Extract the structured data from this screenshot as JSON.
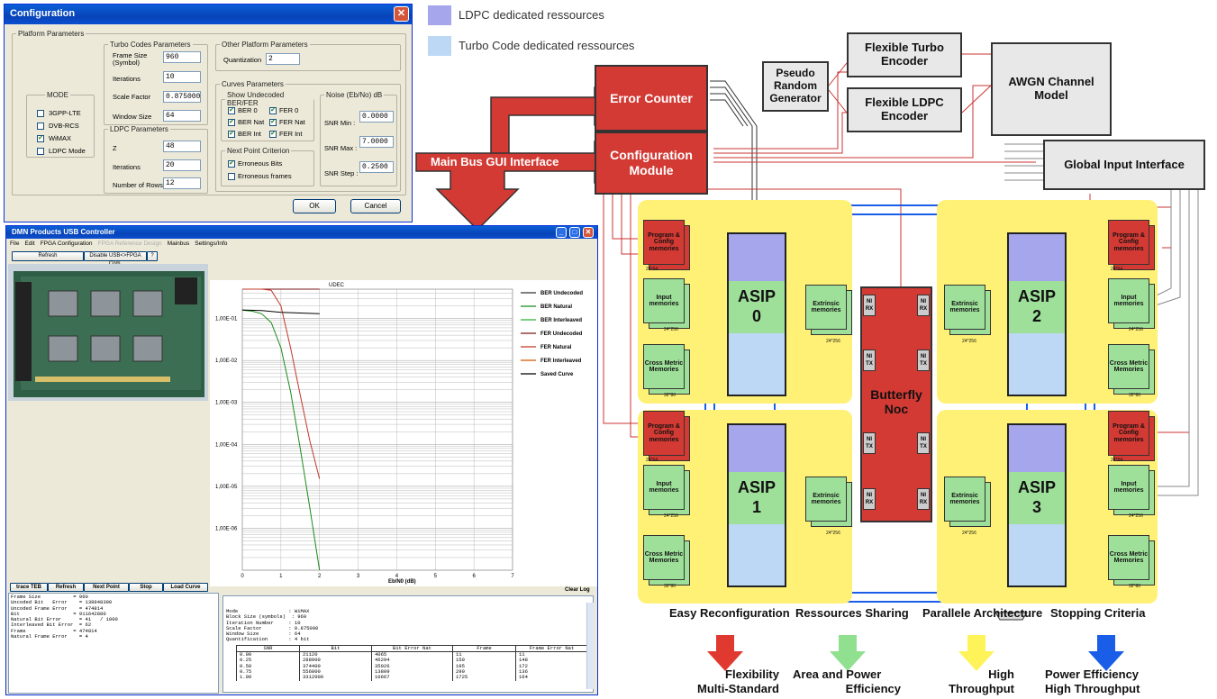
{
  "config_window": {
    "title": "Configuration",
    "platform_group": "Platform Parameters",
    "mode_group": "MODE",
    "modes": [
      {
        "label": "3GPP-LTE",
        "checked": false
      },
      {
        "label": "DVB-RCS",
        "checked": false
      },
      {
        "label": "WiMAX",
        "checked": true
      },
      {
        "label": "LDPC Mode",
        "checked": false
      }
    ],
    "turbo_group": "Turbo Codes Parameters",
    "frame_size_label": "Frame Size",
    "frame_size_sub": "(Symbol)",
    "frame_size_value": "960",
    "iterations_label": "Iterations",
    "iterations_value": "10",
    "scale_factor_label": "Scale Factor",
    "scale_factor_value": "0.875000",
    "window_size_label": "Window Size",
    "window_size_value": "64",
    "ldpc_group": "LDPC Parameters",
    "z_label": "Z",
    "z_value": "48",
    "ldpc_iterations_label": "Iterations",
    "ldpc_iterations_value": "20",
    "rows_label": "Number of Rows",
    "rows_value": "12",
    "other_group": "Other Platform Parameters",
    "quant_label": "Quantization",
    "quant_value": "2",
    "curves_group": "Curves Parameters",
    "undecoded_group": "Show Undecoded BER/FER",
    "curve_checks": [
      {
        "label": "BER 0",
        "checked": true
      },
      {
        "label": "FER 0",
        "checked": true
      },
      {
        "label": "BER Nat",
        "checked": true
      },
      {
        "label": "FER Nat",
        "checked": true
      },
      {
        "label": "BER Int",
        "checked": true
      },
      {
        "label": "FER Int",
        "checked": true
      }
    ],
    "next_point_group": "Next Point Criterion",
    "erroneous_bits": "Erroneous Bits",
    "erroneous_bits_checked": true,
    "erroneous_frames": "Erroneous frames",
    "erroneous_frames_checked": false,
    "noise_group": "Noise (Eb/No) dB",
    "snr_min_label": "SNR Min :",
    "snr_min_value": "0.0000",
    "snr_max_label": "SNR Max :",
    "snr_max_value": "7.0000",
    "snr_step_label": "SNR Step :",
    "snr_step_value": "0.2500",
    "ok_label": "OK",
    "cancel_label": "Cancel"
  },
  "usb_window": {
    "title": "DMN Products USB Controller",
    "menu": [
      "File",
      "Edit",
      "FPGA Configuration",
      "FPGA Reference Design",
      "Mainbus",
      "Settings/Info"
    ],
    "refresh_label": "Refresh",
    "disable_label": "Disable USB<>FPGA Com.",
    "help_label": "?",
    "buttons": [
      "trace TEB",
      "Refresh",
      "Next Point",
      "Stop",
      "Load Curve"
    ],
    "clear_log": "Clear Log",
    "stats": [
      "Frame Size           = 960",
      "Uncoded Bit   Error    = 138948390",
      "Uncoded Frame Error    = 474814",
      "Bit                  = 911642880",
      "Natural Bit Error      = 41   / 1000",
      "Interleaved Bit Error  = 62",
      "Frame                = 474814",
      "Natural Frame Error    = 4"
    ],
    "log_header": [
      "Mode                 : WiMAX",
      "Block Size (symbols)  : 960",
      "Iteration Number     : 10",
      "Scale Factor         : 0.875000",
      "Window Size          : 64",
      "Quantification       : 4 bit"
    ],
    "log_columns": [
      "SNR",
      "Bit",
      "Bit Error Nat",
      "Frame",
      "Frame Error Nat"
    ],
    "log_rows": [
      [
        "0.00",
        "21120",
        "4065",
        "11",
        "11"
      ],
      [
        "0.25",
        "288000",
        "46294",
        "150",
        "148"
      ],
      [
        "0.50",
        "374400",
        "35026",
        "195",
        "172"
      ],
      [
        "0.75",
        "556800",
        "13809",
        "290",
        "136"
      ],
      [
        "1.00",
        "3312000",
        "10667",
        "1725",
        "164"
      ]
    ]
  },
  "chart_data": {
    "type": "line",
    "title": "UDEC",
    "xlabel": "Eb/N0 (dB)",
    "ylabel": "",
    "x_ticks": [
      "0",
      "1",
      "2",
      "3",
      "4",
      "5",
      "6",
      "7"
    ],
    "y_ticks": [
      "1,00E-01",
      "1,00E-02",
      "1,00E-03",
      "1,00E-04",
      "1,00E-05",
      "1,00E-06"
    ],
    "xlim": [
      0,
      7
    ],
    "ylim_log10": [
      -7,
      -0.3
    ],
    "y_scale": "log",
    "legend_position": "right",
    "series": [
      {
        "name": "BER Undecoded",
        "color": "#ffffff",
        "x": [],
        "y": []
      },
      {
        "name": "BER Natural",
        "color": "#1a8a1a",
        "x": [
          0,
          0.25,
          0.5,
          0.75,
          1.0,
          1.25,
          1.5,
          1.75,
          2.0
        ],
        "y": [
          0.158,
          0.15,
          0.13,
          0.08,
          0.02,
          0.0018,
          8e-05,
          3e-06,
          1e-07
        ]
      },
      {
        "name": "BER Interleaved",
        "color": "#2fb52f",
        "x": [],
        "y": []
      },
      {
        "name": "FER Undecoded",
        "color": "#7a1a1a",
        "x": [
          0,
          0.25,
          0.5,
          0.75,
          1.0,
          2.0
        ],
        "y": [
          0.5,
          0.5,
          0.5,
          0.5,
          0.5,
          0.5
        ]
      },
      {
        "name": "FER Natural",
        "color": "#c0392b",
        "x": [
          0,
          0.25,
          0.5,
          0.75,
          1.0,
          1.25,
          1.5,
          1.75,
          2.0
        ],
        "y": [
          0.5,
          0.5,
          0.5,
          0.47,
          0.2,
          0.02,
          0.0015,
          0.00012,
          1.5e-05
        ]
      },
      {
        "name": "FER Interleaved",
        "color": "#d35400",
        "x": [],
        "y": []
      },
      {
        "name": "Saved Curve",
        "color": "#000000",
        "x": [
          0,
          0.5,
          1.0,
          1.5,
          2.0
        ],
        "y": [
          0.16,
          0.155,
          0.14,
          0.135,
          0.13
        ]
      }
    ]
  },
  "diagram": {
    "legend": [
      {
        "label": "LDPC dedicated ressources",
        "color": "#a6a6ec"
      },
      {
        "label": "Turbo Code dedicated ressources",
        "color": "#bcd8f5"
      }
    ],
    "error_counter": "Error Counter",
    "config_module": "Configuration Module",
    "main_bus": "Main Bus GUI Interface",
    "pseudo_random": "Pseudo Random Generator",
    "turbo_encoder": "Flexible Turbo Encoder",
    "ldpc_encoder": "Flexible LDPC Encoder",
    "awgn": "AWGN Channel Model",
    "global_input": "Global Input Interface",
    "butterfly": "Butterfly Noc",
    "asip_label": "ASIP",
    "asips": [
      "0",
      "1",
      "2",
      "3"
    ],
    "program_mem": "Program & Config memories",
    "input_mem": "Input memories",
    "extrinsic_mem": "Extrinsic memories",
    "cross_mem": "Cross Metric Memories",
    "size_24x64": "24*64",
    "size_24x256": "24*256",
    "size_32x80": "32*80",
    "ni_rx": "NI RX",
    "ni_tx": "NI TX",
    "features": [
      {
        "top": "Easy Reconfiguration",
        "bottom1": "Flexibility",
        "bottom2": "Multi-Standard",
        "color": "#e03a30"
      },
      {
        "top": "Ressources Sharing",
        "bottom1": "Area and Power",
        "bottom2": "Efficiency",
        "color": "#90e090"
      },
      {
        "top": "Parallele Architecture",
        "bottom1": "High",
        "bottom2": "Throughput",
        "color": "#fff35a"
      },
      {
        "top": "Stopping Criteria",
        "bottom1": "Power Efficiency",
        "bottom2": "High Throughput",
        "color": "#1a5ee8"
      }
    ]
  }
}
